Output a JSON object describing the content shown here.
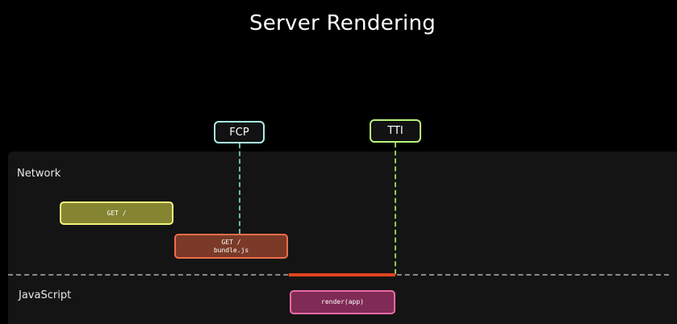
{
  "title": "Server Rendering",
  "markers": {
    "fcp": {
      "label": "FCP",
      "color": "#a8f0e6"
    },
    "tti": {
      "label": "TTI",
      "color": "#b9f57a"
    }
  },
  "sections": {
    "network": "Network",
    "javascript": "JavaScript"
  },
  "tasks": {
    "get_root": {
      "line1": "GET /",
      "color": "#858431"
    },
    "get_bundle": {
      "line1": "GET /",
      "line2": "bundle.js",
      "color": "#7a3a27"
    },
    "render_app": {
      "line1": "render(app)",
      "color": "#7f2b55"
    }
  },
  "main_thread_block_color": "#e0441c"
}
